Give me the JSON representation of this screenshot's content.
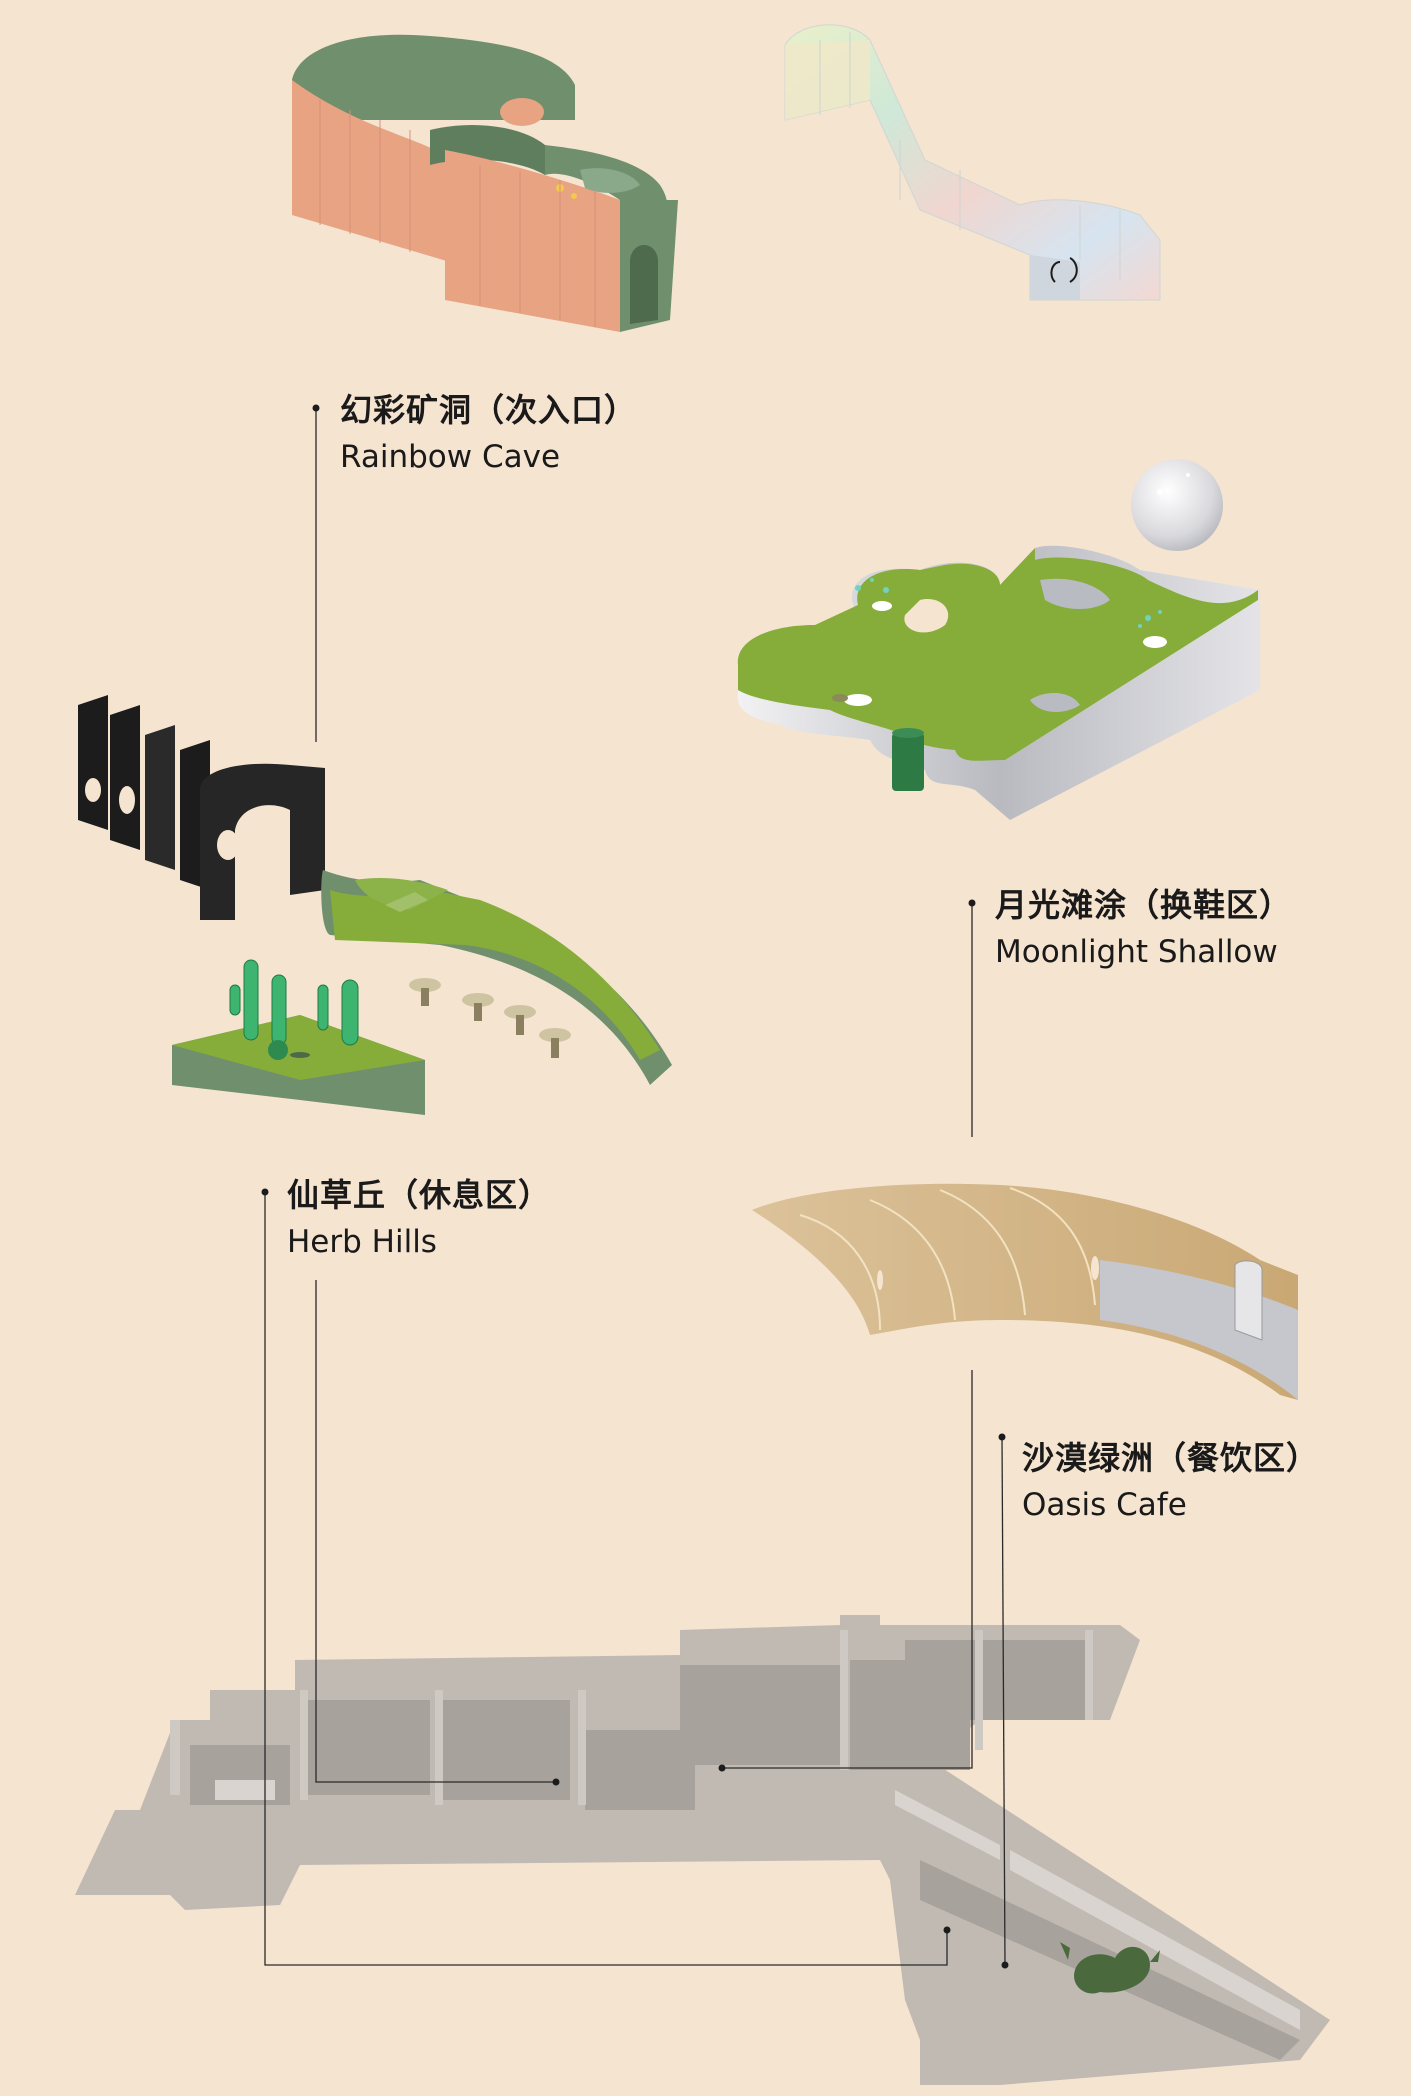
{
  "labels": {
    "rainbow_cave": {
      "zh": "幻彩矿洞（次入口）",
      "en": "Rainbow Cave"
    },
    "moonlight_shallow": {
      "zh": "月光滩涂（换鞋区）",
      "en": "Moonlight Shallow"
    },
    "herb_hills": {
      "zh": "仙草丘（休息区）",
      "en": "Herb Hills"
    },
    "oasis_cafe": {
      "zh": "沙漠绿洲（餐饮区）",
      "en": "Oasis Cafe"
    }
  },
  "colors": {
    "background": "#f5e4d0",
    "leader_line": "#2a2a2a",
    "terracotta": "#e8a383",
    "sage": "#6f8f6d",
    "grass": "#86ad3a",
    "silver": "#c6c7cc",
    "sand": "#d5b98b",
    "floor": "#bdb7b1",
    "black": "#1c1c1c",
    "cactus": "#3db46f"
  }
}
